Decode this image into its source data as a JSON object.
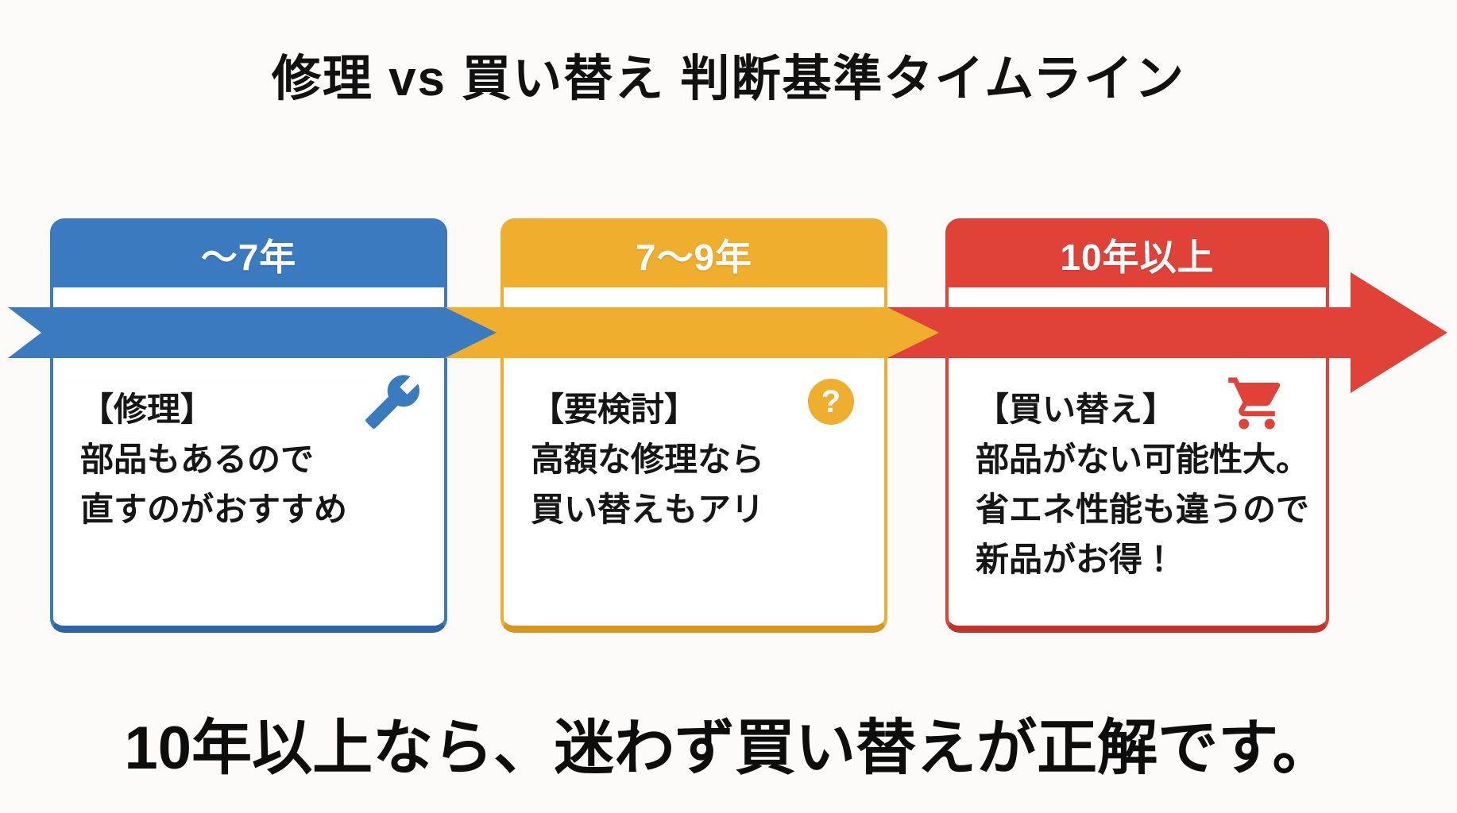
{
  "title": "修理 vs 買い替え 判断基準タイムライン",
  "conclusion": "10年以上なら、迷わず買い替えが正解です。",
  "timeline": {
    "type": "horizontal-arrow",
    "direction": "left-to-right",
    "segments": [
      "～7年",
      "7～9年",
      "10年以上"
    ]
  },
  "colors": {
    "blue": "#3a7abf",
    "blue_dark": "#2d64a3",
    "yellow": "#f0ae2e",
    "yellow_dark": "#d8961f",
    "red": "#e04237",
    "red_dark": "#c23329",
    "background": "#fcfbf9",
    "text": "#111111",
    "header_text": "#ffffff"
  },
  "cards": [
    {
      "period": "～7年",
      "label": "【修理】",
      "lines": [
        "部品もあるので",
        "直すのがおすすめ"
      ],
      "icon": "wrench-icon",
      "color": "#3a7abf"
    },
    {
      "period": "7～9年",
      "label": "【要検討】",
      "lines": [
        "高額な修理なら",
        "買い替えもアリ"
      ],
      "icon": "question-icon",
      "icon_glyph": "?",
      "color": "#f0ae2e"
    },
    {
      "period": "10年以上",
      "label": "【買い替え】",
      "lines": [
        "部品がない可能性大。",
        "省エネ性能も違うので",
        "新品がお得！"
      ],
      "icon": "cart-icon",
      "color": "#e04237"
    }
  ]
}
